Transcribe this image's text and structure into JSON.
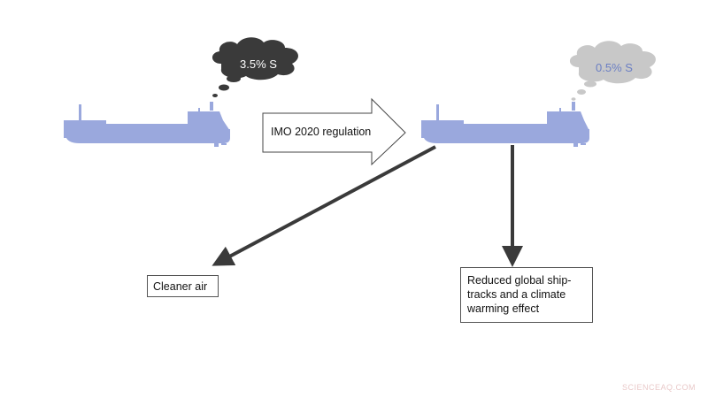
{
  "regulation_label": "IMO 2020 regulation",
  "before": {
    "sulfur_label": "3.5% S",
    "cloud_color": "#3a3a3a",
    "text_color": "#ffffff"
  },
  "after": {
    "sulfur_label": "0.5% S",
    "cloud_color": "#c8c8c8",
    "text_color": "#6b7fc4"
  },
  "outcomes": {
    "cleaner_air": "Cleaner air",
    "reduced_shiptracks": "Reduced global ship-tracks and a climate warming effect"
  },
  "ship_color": "#9aa8dd",
  "arrow_color": "#3a3a3a",
  "watermark": "SCIENCEAQ.COM",
  "icons": [
    "ship-icon",
    "smoke-cloud-icon",
    "block-arrow-icon"
  ]
}
